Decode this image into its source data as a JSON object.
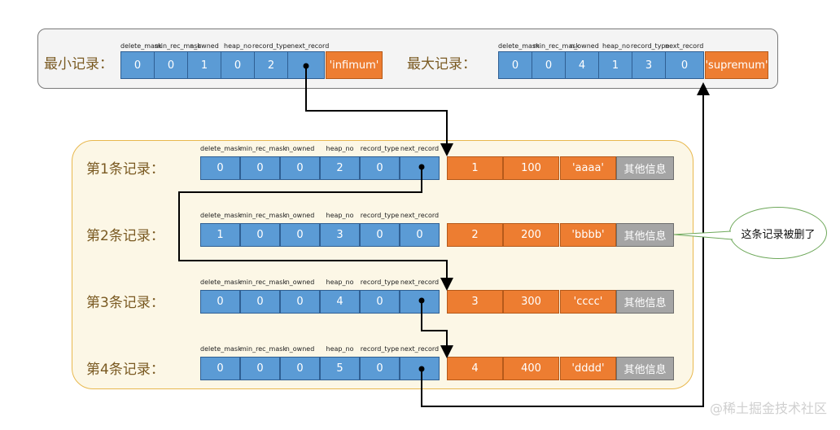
{
  "headers": [
    "delete_mask",
    "min_rec_mask",
    "n_owned",
    "heap_no",
    "record_type",
    "next_record"
  ],
  "infimum": {
    "label": "最小记录：",
    "values": [
      "0",
      "0",
      "1",
      "0",
      "2",
      ""
    ],
    "tag": "'infimum'"
  },
  "supremum": {
    "label": "最大记录：",
    "values": [
      "0",
      "0",
      "4",
      "1",
      "3",
      "0"
    ],
    "tag": "'supremum'"
  },
  "records": [
    {
      "label": "第1条记录：",
      "values": [
        "0",
        "0",
        "0",
        "2",
        "0",
        ""
      ],
      "data": [
        "1",
        "100",
        "'aaaa'"
      ],
      "other": "其他信息"
    },
    {
      "label": "第2条记录：",
      "values": [
        "1",
        "0",
        "0",
        "3",
        "0",
        "0"
      ],
      "data": [
        "2",
        "200",
        "'bbbb'"
      ],
      "other": "其他信息"
    },
    {
      "label": "第3条记录：",
      "values": [
        "0",
        "0",
        "0",
        "4",
        "0",
        ""
      ],
      "data": [
        "3",
        "300",
        "'cccc'"
      ],
      "other": "其他信息"
    },
    {
      "label": "第4条记录：",
      "values": [
        "0",
        "0",
        "0",
        "5",
        "0",
        ""
      ],
      "data": [
        "4",
        "400",
        "'dddd'"
      ],
      "other": "其他信息"
    }
  ],
  "callout": "这条记录被删了",
  "watermark": "@稀土掘金技术社区",
  "colors": {
    "header_cell": "#5b9bd5",
    "data_cell": "#ed7d31",
    "other_cell": "#a5a5a5",
    "record_panel": "#fcf7e6",
    "top_panel": "#f4f4f4"
  }
}
